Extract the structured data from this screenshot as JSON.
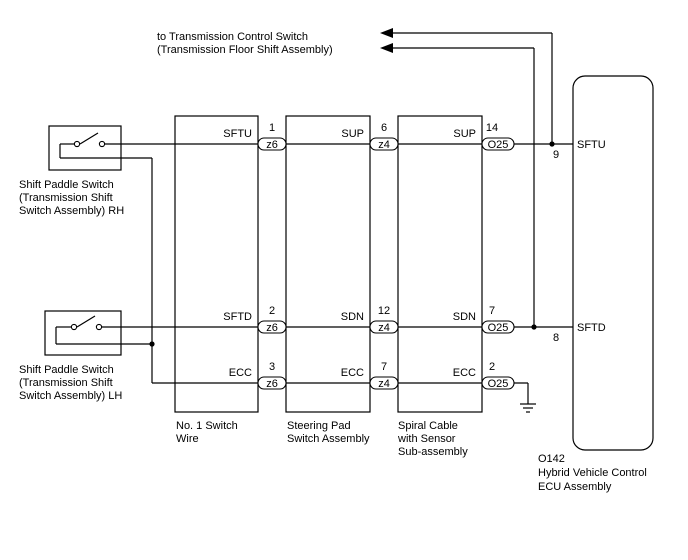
{
  "arrow_note": [
    "to Transmission Control Switch",
    "(Transmission Floor Shift Assembly)"
  ],
  "switch_rh": [
    "Shift Paddle Switch",
    "(Transmission Shift",
    "Switch Assembly) RH"
  ],
  "switch_lh": [
    "Shift Paddle Switch",
    "(Transmission Shift",
    "Switch Assembly) LH"
  ],
  "modules": {
    "m1": [
      "No. 1 Switch",
      "Wire"
    ],
    "m2": [
      "Steering Pad",
      "Switch Assembly"
    ],
    "m3": [
      "Spiral Cable",
      "with Sensor",
      "Sub-assembly"
    ],
    "ecu": [
      "O142",
      "Hybrid Vehicle Control",
      "ECU Assembly"
    ]
  },
  "wires": {
    "sftu": {
      "m1_label": "SFTU",
      "m1_pin": "1",
      "m1_conn": "z6",
      "m2_label": "SUP",
      "m2_pin": "6",
      "m2_conn": "z4",
      "m3_label": "SUP",
      "m3_pin": "14",
      "m3_conn": "O25",
      "ecu_pin": "9",
      "ecu_label": "SFTU"
    },
    "sftd": {
      "m1_label": "SFTD",
      "m1_pin": "2",
      "m1_conn": "z6",
      "m2_label": "SDN",
      "m2_pin": "12",
      "m2_conn": "z4",
      "m3_label": "SDN",
      "m3_pin": "7",
      "m3_conn": "O25",
      "ecu_pin": "8",
      "ecu_label": "SFTD"
    },
    "ecc": {
      "m1_label": "ECC",
      "m1_pin": "3",
      "m1_conn": "z6",
      "m2_label": "ECC",
      "m2_pin": "7",
      "m2_conn": "z4",
      "m3_label": "ECC",
      "m3_pin": "2",
      "m3_conn": "O25"
    }
  }
}
